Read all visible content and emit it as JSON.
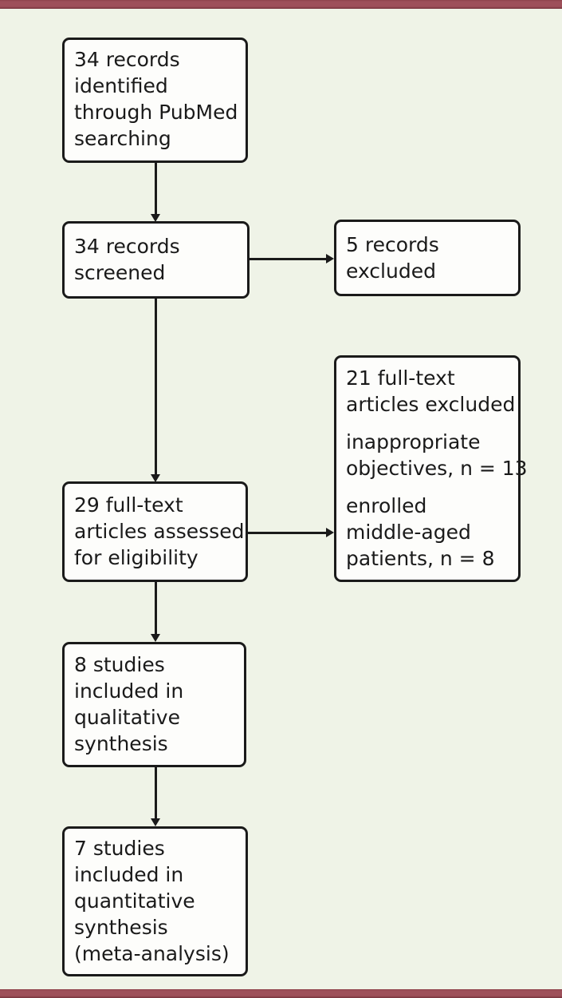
{
  "figure": {
    "type": "flow-diagram",
    "colors": {
      "background": "#eff3e7",
      "rule": "#9e505a",
      "rule_dark_edge": "#75323a",
      "box_border": "#1a1a1a",
      "box_fill": "#fdfdfb",
      "text": "#1a1a1a"
    },
    "boxes": {
      "identified": {
        "text": "34 records identified through PubMed searching",
        "lines": [
          "34 records",
          "identified",
          "through PubMed",
          "searching"
        ]
      },
      "screened": {
        "text": "34 records screened",
        "lines": [
          "34 records",
          "screened"
        ]
      },
      "records_excluded": {
        "text": "5 records excluded",
        "lines": [
          "5 records",
          "excluded"
        ]
      },
      "fulltext_excluded": {
        "text": "21 full-text articles excluded; inappropriate objectives, n = 13; enrolled middle-aged patients, n = 8",
        "paragraphs": [
          {
            "lines": [
              "21 full-text",
              "articles excluded"
            ]
          },
          {
            "lines": [
              "inappropriate",
              "objectives, n = 13"
            ]
          },
          {
            "lines": [
              "enrolled",
              "middle-aged",
              "patients, n = 8"
            ]
          }
        ]
      },
      "assessed": {
        "text": "29 full-text articles assessed for eligibility",
        "lines": [
          "29 full-text",
          "articles assessed",
          "for eligibility"
        ]
      },
      "qualitative": {
        "text": "8 studies included in qualitative synthesis",
        "lines": [
          "8 studies",
          "included in",
          "qualitative",
          "synthesis"
        ]
      },
      "quantitative": {
        "text": "7 studies included in quantitative synthesis (meta-analysis)",
        "lines": [
          "7 studies",
          "included in",
          "quantitative",
          "synthesis",
          "(meta-analysis)"
        ]
      }
    }
  }
}
